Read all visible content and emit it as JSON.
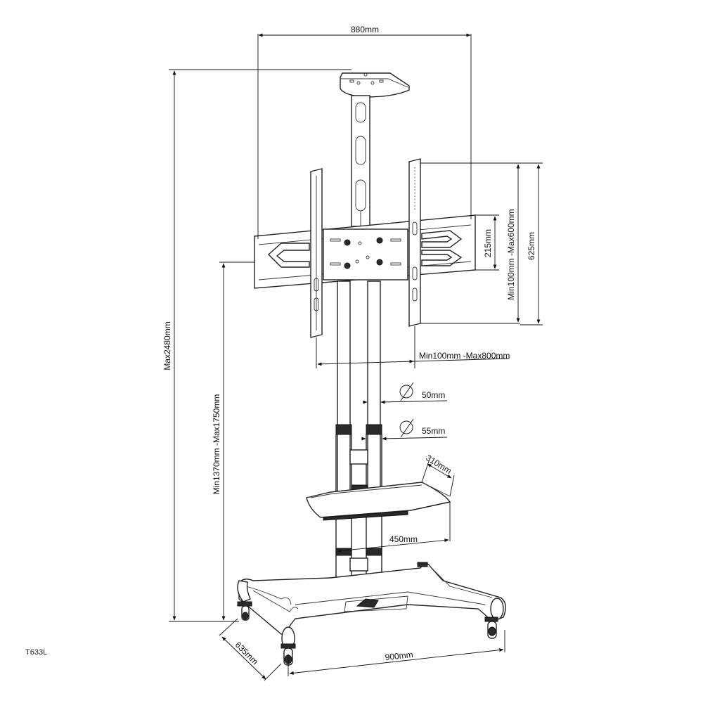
{
  "model_code": "T633L",
  "dimensions": {
    "top_width": "880mm",
    "max_height": "Max2480mm",
    "height_range": "Min1370mm -Max1750mm",
    "horizontal_vesa": "Min100mm -Max800mm",
    "vertical_vesa": "Min100mm -Max600mm",
    "arm_length": "625mm",
    "bracket_height": "215mm",
    "pole_small": "50mm",
    "pole_large": "55mm",
    "shelf_depth": "310mm",
    "shelf_width": "450mm",
    "base_width": "900mm",
    "base_depth": "635mm"
  }
}
